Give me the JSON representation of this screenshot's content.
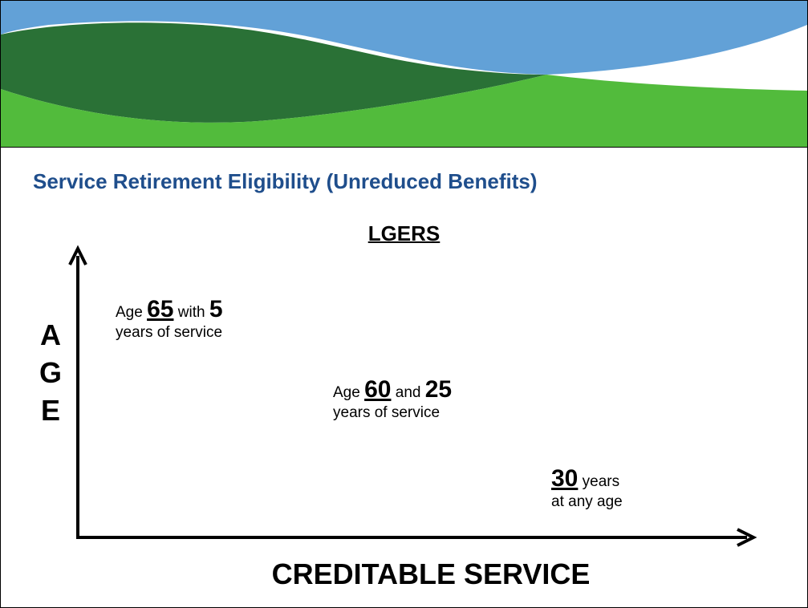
{
  "header": {
    "title": "Service Retirement Eligibility (Unreduced Benefits)",
    "subtitle": "LGERS",
    "colors": {
      "light_blue": "#62a1d7",
      "dark_green": "#2a7136",
      "bright_green": "#52bb3c",
      "title_blue": "#1f4e8c"
    }
  },
  "diagram": {
    "y_axis_letters": [
      "A",
      "G",
      "E"
    ],
    "x_axis_label": "CREDITABLE SERVICE",
    "rules": [
      {
        "prefix": "Age",
        "age": "65",
        "connector": "with",
        "years": "5",
        "suffix": "years of service"
      },
      {
        "prefix": "Age",
        "age": "60",
        "connector": "and",
        "years": "25",
        "suffix": "years of service"
      },
      {
        "years": "30",
        "years_word": "years",
        "suffix": "at any age"
      }
    ]
  }
}
